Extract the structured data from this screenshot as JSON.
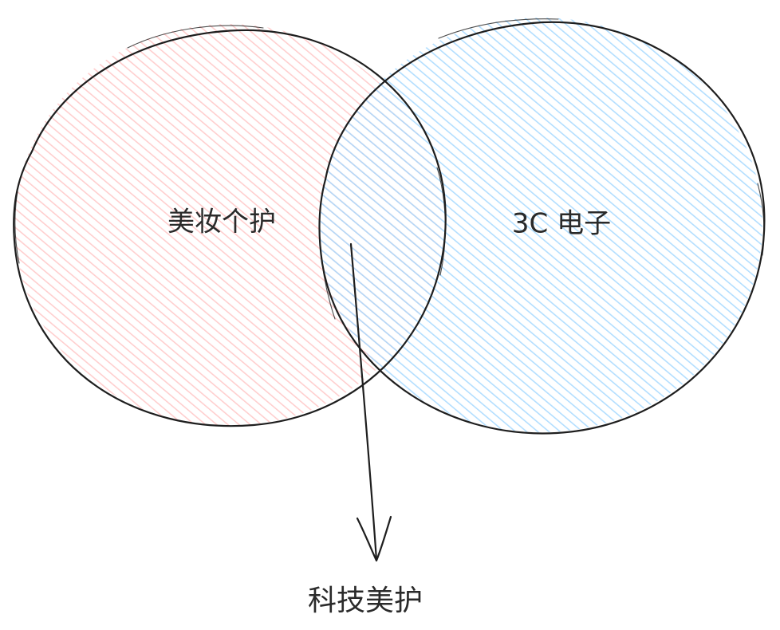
{
  "diagram": {
    "type": "venn",
    "sets": [
      {
        "id": "beauty",
        "label": "美妆个护",
        "fill_color": "#ffc9c9"
      },
      {
        "id": "electronics",
        "label": "3C 电子",
        "fill_color": "#a5d8ff"
      }
    ],
    "intersection": {
      "label": "科技美护"
    },
    "stroke_color": "#1e1e1e",
    "text_color": "#2a2a2a"
  }
}
